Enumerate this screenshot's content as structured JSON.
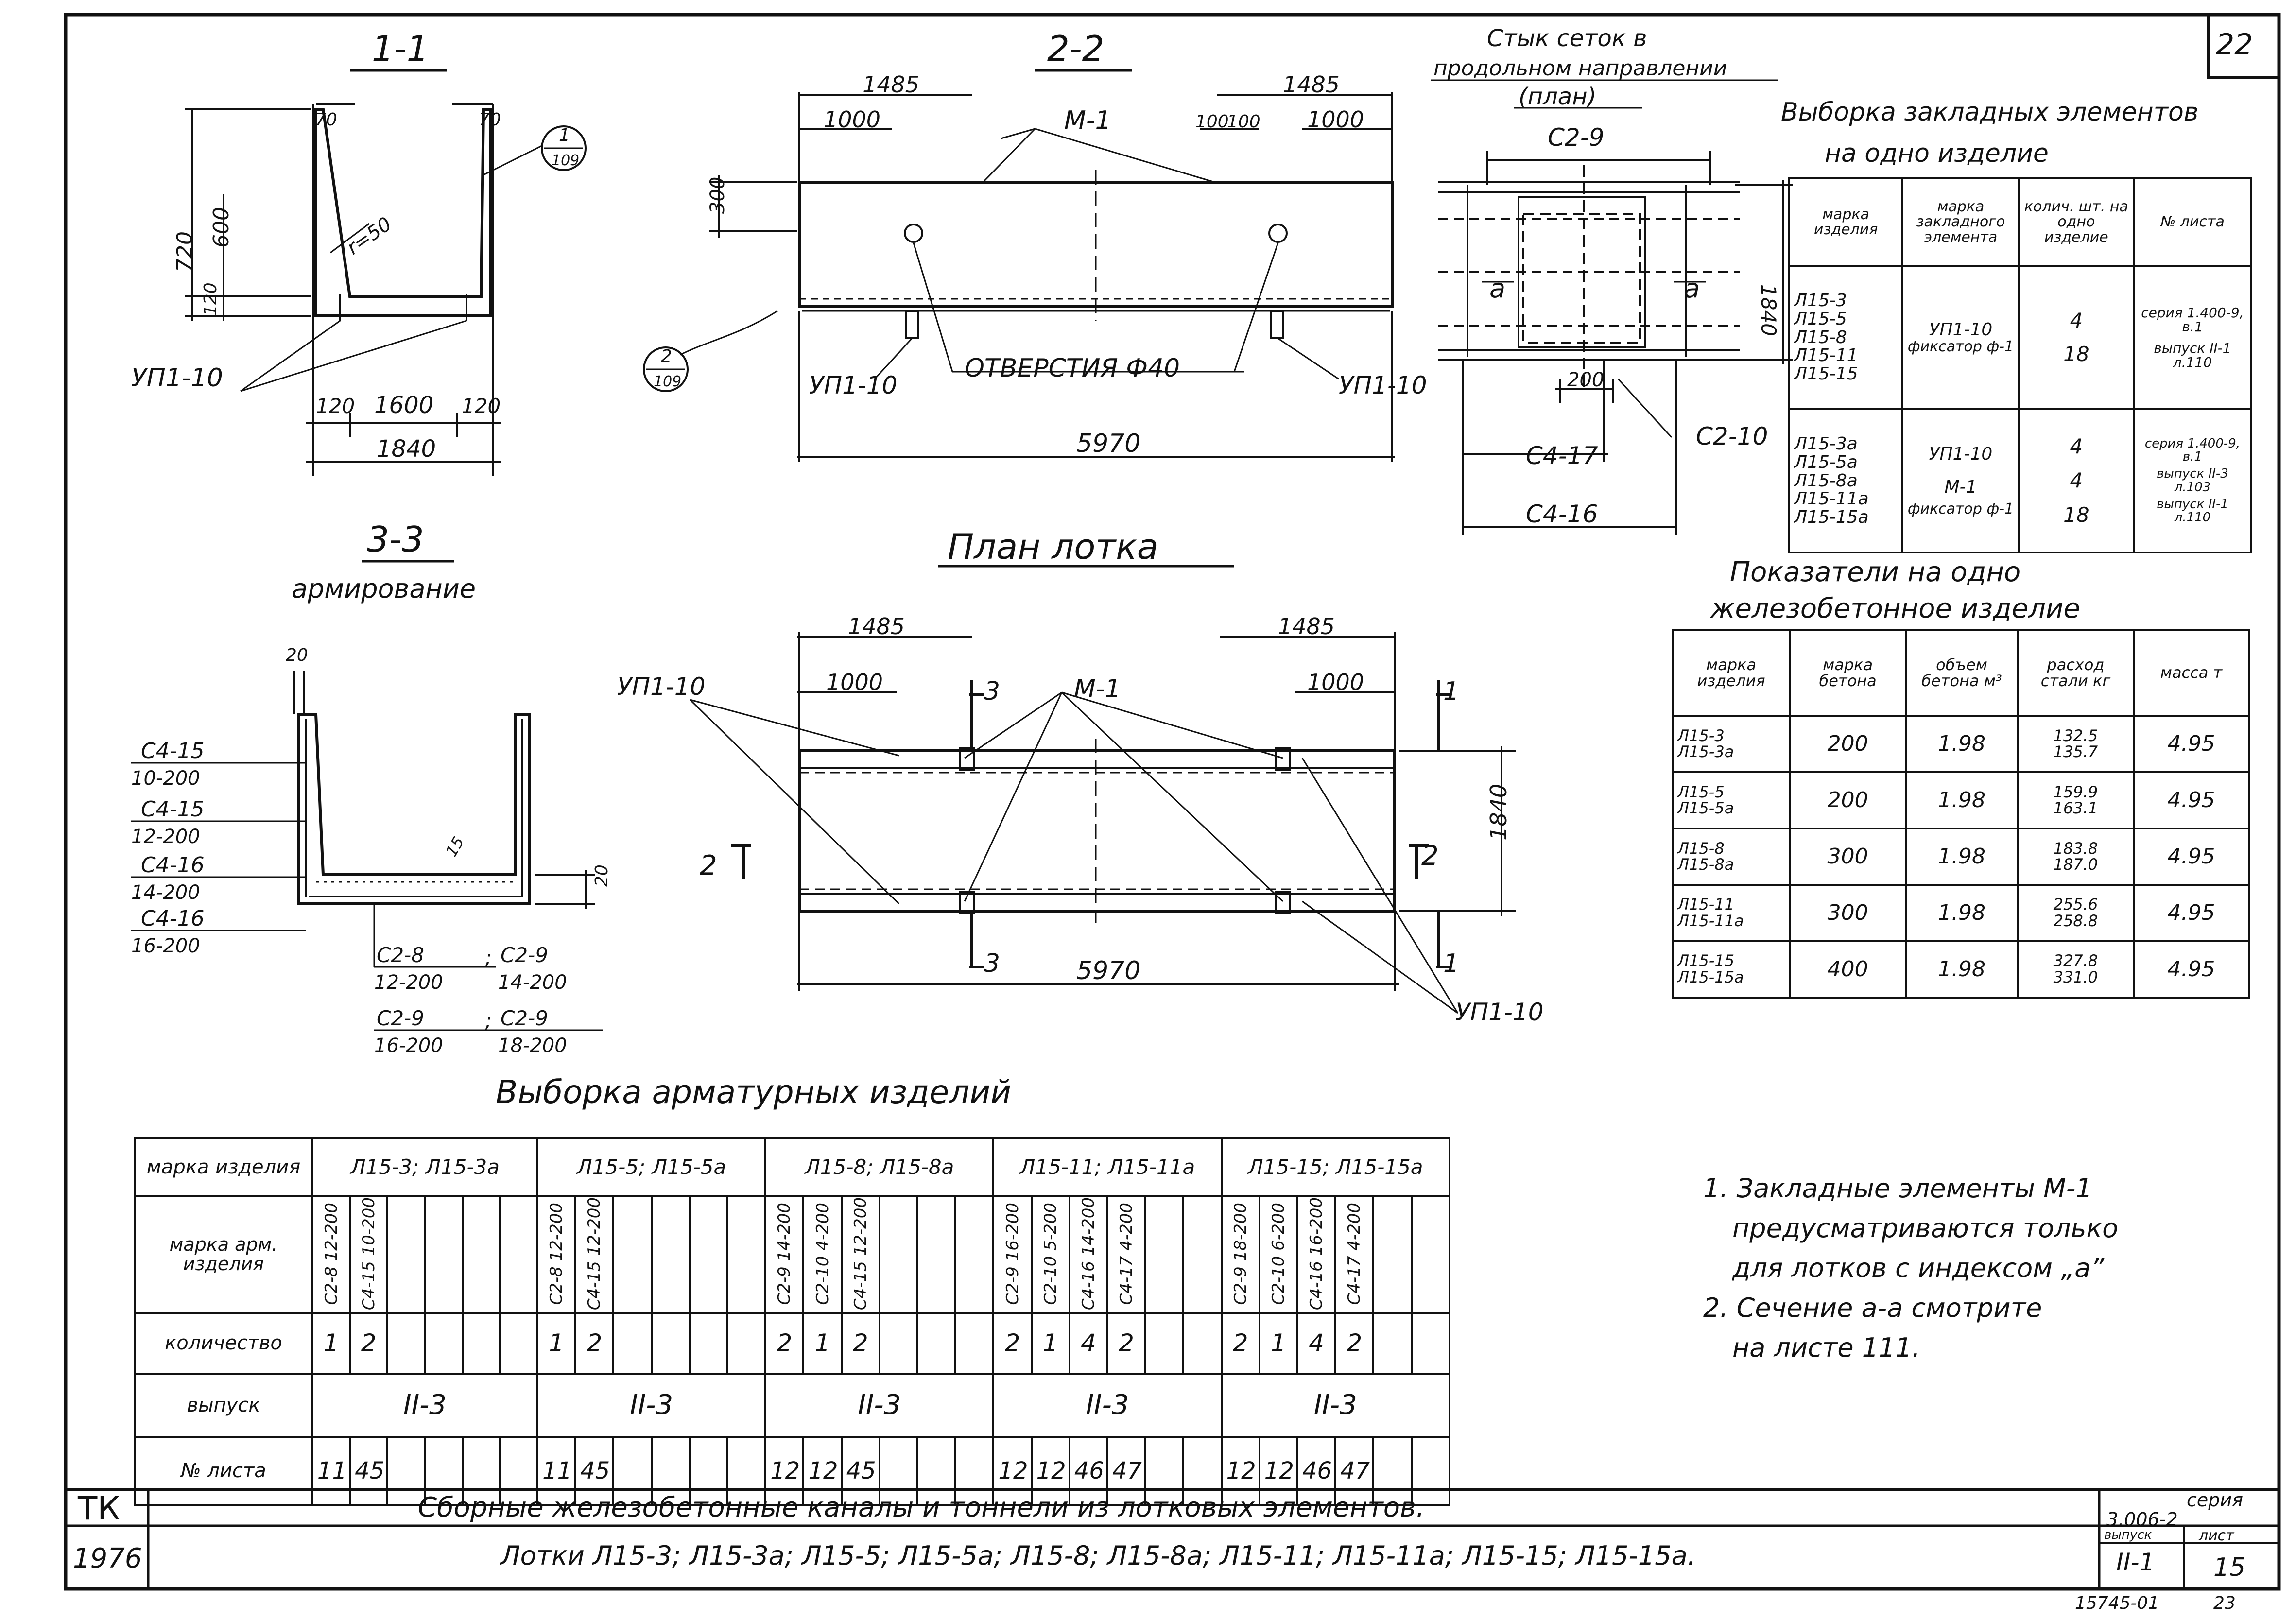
{
  "sheet_number": "22",
  "sections": {
    "s11": {
      "title": "1-1",
      "dims": {
        "top_left": "70",
        "top_right": "70",
        "h_total": "720",
        "h_inner": "600",
        "h_bottom": "120",
        "radius": "r=50",
        "b_left": "120",
        "b_mid": "1600",
        "b_right": "120",
        "b_total": "1840"
      },
      "label_up": "УП1-10",
      "ref_num": "1",
      "ref_den": "109"
    },
    "s22": {
      "title": "2-2",
      "dims": {
        "l1485": "1485",
        "l1000": "1000",
        "r1485": "1485",
        "r1000": "1000",
        "r100a": "100",
        "r100b": "100",
        "h300": "300",
        "total": "5970"
      },
      "label_m1": "М-1",
      "label_up_left": "УП1-10",
      "label_up_right": "УП1-10",
      "label_holes": "ОТВЕРСТИЯ Ф40",
      "ref_num": "2",
      "ref_den": "109"
    },
    "joint": {
      "title_line1": "Стык сеток в",
      "title_line2": "продольном направлении",
      "title_line3": "(план)",
      "c29": "С2-9",
      "c210": "С2-10",
      "c417": "С4-17",
      "c416": "С4-16",
      "mark_a_left": "а",
      "mark_a_right": "а",
      "d200": "200",
      "d1840": "1840"
    },
    "s33": {
      "title": "3-3",
      "subtitle": "армирование",
      "d20top": "20",
      "d15": "15",
      "d20right": "20",
      "left_labels": [
        {
          "top": "С4-15",
          "bottom": "10-200"
        },
        {
          "top": "С4-15",
          "bottom": "12-200"
        },
        {
          "top": "С4-16",
          "bottom": "14-200"
        },
        {
          "top": "С4-16",
          "bottom": "16-200"
        }
      ],
      "bottom_labels": [
        {
          "top": "С2-8",
          "bottom": "12-200"
        },
        {
          "top": "С2-9",
          "bottom": "14-200"
        },
        {
          "top": "С2-9",
          "bottom": "16-200"
        },
        {
          "top": "С2-9",
          "bottom": "18-200"
        }
      ]
    },
    "plan": {
      "title": "План лотка",
      "l1485": "1485",
      "l1000": "1000",
      "r1485": "1485",
      "r1000": "1000",
      "total": "5970",
      "width": "1840",
      "up_left": "УП1-10",
      "up_right": "УП1-10",
      "m1": "М-1",
      "cut1a": "1",
      "cut1b": "1",
      "cut2a": "2",
      "cut2b": "2",
      "cut3a": "3",
      "cut3b": "3"
    }
  },
  "embedded": {
    "title_line1": "Выборка закладных элементов",
    "title_line2": "на одно изделие",
    "headers": [
      "марка изделия",
      "марка закладного элемента",
      "колич. шт. на одно изделие",
      "№ листа"
    ],
    "group1": {
      "products": [
        "Л15-3",
        "Л15-5",
        "Л15-8",
        "Л15-11",
        "Л15-15"
      ],
      "elements": [
        "УП1-10",
        "фиксатор ф-1"
      ],
      "counts": [
        "4",
        "18"
      ],
      "sheets": [
        "серия 1.400-9, в.1",
        "выпуск II-1 л.110"
      ]
    },
    "group2": {
      "products": [
        "Л15-3а",
        "Л15-5а",
        "Л15-8а",
        "Л15-11а",
        "Л15-15а"
      ],
      "elements": [
        "УП1-10",
        "М-1",
        "фиксатор ф-1"
      ],
      "counts": [
        "4",
        "4",
        "18"
      ],
      "sheets": [
        "серия 1.400-9, в.1",
        "выпуск II-3 л.103",
        "выпуск II-1 л.110"
      ]
    }
  },
  "indicators": {
    "title_line1": "Показатели на одно",
    "title_line2": "железобетонное изделие",
    "headers": [
      "марка изделия",
      "марка бетона",
      "объем бетона м³",
      "расход стали кг",
      "масса т"
    ],
    "rows": [
      {
        "marks": [
          "Л15-3",
          "Л15-3а"
        ],
        "concrete": "200",
        "volume": "1.98",
        "steel": [
          "132.5",
          "135.7"
        ],
        "mass": "4.95"
      },
      {
        "marks": [
          "Л15-5",
          "Л15-5а"
        ],
        "concrete": "200",
        "volume": "1.98",
        "steel": [
          "159.9",
          "163.1"
        ],
        "mass": "4.95"
      },
      {
        "marks": [
          "Л15-8",
          "Л15-8а"
        ],
        "concrete": "300",
        "volume": "1.98",
        "steel": [
          "183.8",
          "187.0"
        ],
        "mass": "4.95"
      },
      {
        "marks": [
          "Л15-11",
          "Л15-11а"
        ],
        "concrete": "300",
        "volume": "1.98",
        "steel": [
          "255.6",
          "258.8"
        ],
        "mass": "4.95"
      },
      {
        "marks": [
          "Л15-15",
          "Л15-15а"
        ],
        "concrete": "400",
        "volume": "1.98",
        "steel": [
          "327.8",
          "331.0"
        ],
        "mass": "4.95"
      }
    ]
  },
  "rebar": {
    "title": "Выборка арматурных изделий",
    "row_labels": [
      "марка изделия",
      "марка арм. изделия",
      "количество",
      "выпуск",
      "№ листа"
    ],
    "groups": [
      {
        "product": "Л15-3; Л15-3а",
        "items": [
          "С2-8 12-200",
          "С4-15 10-200"
        ],
        "counts": [
          "1",
          "2"
        ],
        "issue": "II-3",
        "sheets": [
          "11",
          "45"
        ]
      },
      {
        "product": "Л15-5; Л15-5а",
        "items": [
          "С2-8 12-200",
          "С4-15 12-200"
        ],
        "counts": [
          "1",
          "2"
        ],
        "issue": "II-3",
        "sheets": [
          "11",
          "45"
        ]
      },
      {
        "product": "Л15-8; Л15-8а",
        "items": [
          "С2-9 14-200",
          "С2-10 4-200",
          "С4-15 12-200"
        ],
        "counts": [
          "2",
          "1",
          "2"
        ],
        "issue": "II-3",
        "sheets": [
          "12",
          "12",
          "45"
        ]
      },
      {
        "product": "Л15-11; Л15-11а",
        "items": [
          "С2-9 16-200",
          "С2-10 5-200",
          "С4-16 14-200",
          "С4-17 4-200"
        ],
        "counts": [
          "2",
          "1",
          "4",
          "2"
        ],
        "issue": "II-3",
        "sheets": [
          "12",
          "12",
          "46",
          "47"
        ]
      },
      {
        "product": "Л15-15; Л15-15а",
        "items": [
          "С2-9 18-200",
          "С2-10 6-200",
          "С4-16 16-200",
          "С4-17 4-200"
        ],
        "counts": [
          "2",
          "1",
          "4",
          "2"
        ],
        "issue": "II-3",
        "sheets": [
          "12",
          "12",
          "46",
          "47"
        ]
      }
    ]
  },
  "notes": [
    "1. Закладные элементы М-1",
    "предусматриваются только",
    "для лотков с индексом „а”",
    "2. Сечение а-а смотрите",
    "на листе 111."
  ],
  "title_block": {
    "org": "ТК",
    "year": "1976",
    "line1": "Сборные железобетонные каналы и тоннели из лотковых элементов.",
    "line2": "Лотки Л15-3; Л15-3а; Л15-5; Л15-5а; Л15-8; Л15-8а; Л15-11; Л15-11а; Л15-15; Л15-15а.",
    "series_label": "серия",
    "series_value": "3.006-2",
    "issue_label": "выпуск",
    "issue_value": "II-1",
    "sheet_label": "лист",
    "sheet_value": "15"
  },
  "footer": {
    "code": "15745-01",
    "page": "23"
  }
}
